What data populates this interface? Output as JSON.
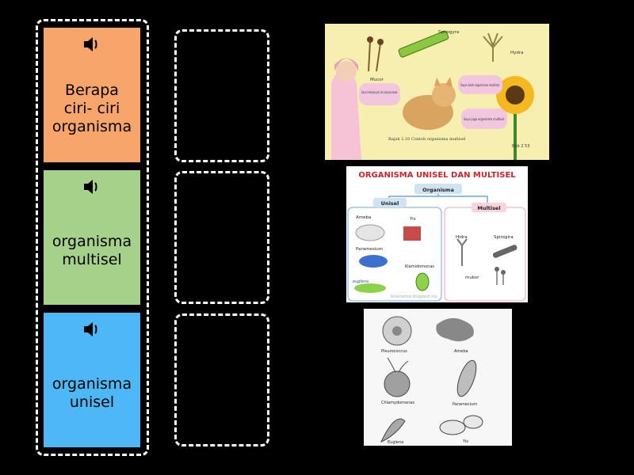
{
  "cards": [
    {
      "label": "Berapa\nciri- ciri\norganisma",
      "color": "#F7A56B",
      "icon": "speaker-icon"
    },
    {
      "label": "organisma\nmultisel",
      "color": "#A5D18B",
      "icon": "speaker-icon"
    },
    {
      "label": "organisma\nunisel",
      "color": "#4DB8F5",
      "icon": "speaker-icon"
    }
  ],
  "images": {
    "img1": {
      "labels": [
        "Mucor",
        "Spirogyra",
        "Hydra"
      ],
      "bubbles": [
        "Saya mempunyai sel yang banyak.",
        "Saya ialah organisma multisel.",
        "Saya juga organisma multisel."
      ],
      "caption": "Rajah 2.10 Contoh organisma multisel",
      "page": "Bab 2  53"
    },
    "img2": {
      "title": "ORGANISMA UNISEL DAN MULTISEL",
      "root": "Organisma",
      "unisel": "Unisel",
      "multisel": "Multisel",
      "uni_items": [
        "Ameba",
        "Yis",
        "Paramesium",
        "Klamidomonas",
        "euglena"
      ],
      "multi_items": [
        "Hidra",
        "Spirogira",
        "mukor"
      ],
      "watermark": "bioscience.blogspot.my"
    },
    "img3": {
      "labels": [
        "Pleurococcus",
        "Ameba",
        "Chlamydomonas",
        "Paramecium",
        "Euglena",
        "Yis"
      ]
    }
  }
}
